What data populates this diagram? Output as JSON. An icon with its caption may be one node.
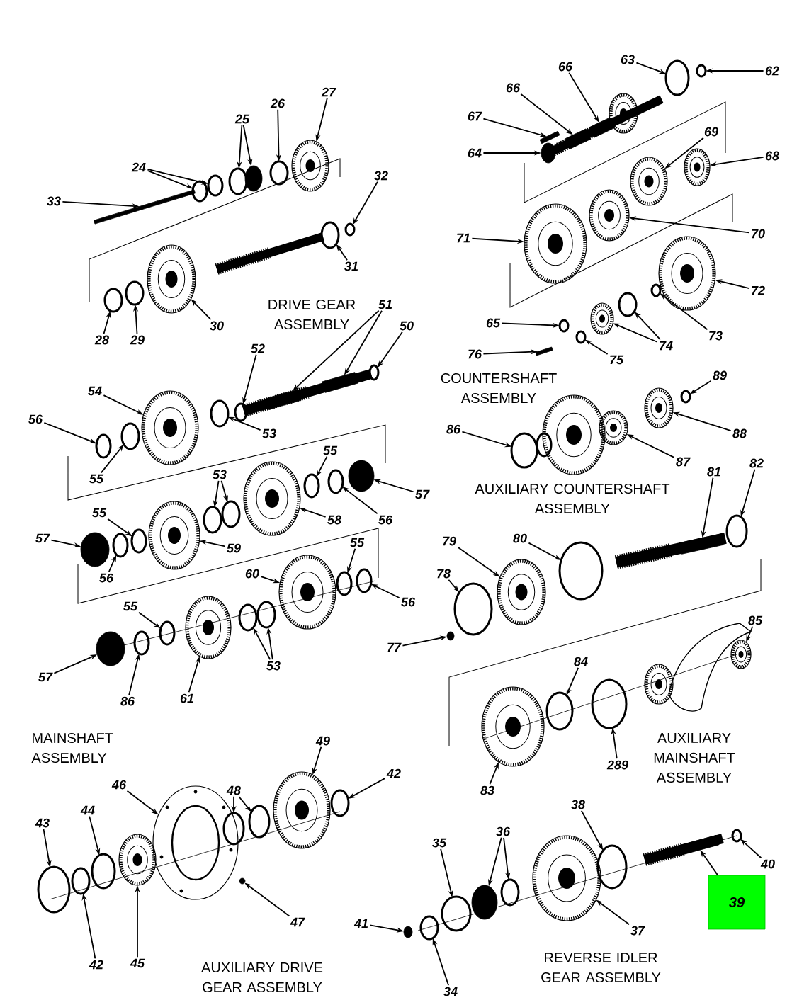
{
  "diagram": {
    "nodes": [
      {
        "text": [
          "62"
        ]
      },
      {
        "text": [
          "63"
        ]
      },
      {
        "text": [
          "66"
        ]
      },
      {
        "text": [
          "66"
        ]
      },
      {
        "text": [
          "27"
        ]
      },
      {
        "text": [
          "26"
        ]
      },
      {
        "text": [
          "67"
        ]
      },
      {
        "text": [
          "25"
        ]
      },
      {
        "text": [
          "69"
        ]
      },
      {
        "text": [
          "64"
        ]
      },
      {
        "text": [
          "68"
        ]
      },
      {
        "text": [
          "24"
        ]
      },
      {
        "text": [
          "32"
        ]
      },
      {
        "text": [
          "33"
        ]
      },
      {
        "text": [
          "70"
        ]
      },
      {
        "text": [
          "71"
        ]
      },
      {
        "text": [
          "31"
        ]
      },
      {
        "text": [
          "72"
        ]
      },
      {
        "text": [
          "51"
        ]
      },
      {
        "text": [
          "30"
        ]
      },
      {
        "text": [
          "50"
        ]
      },
      {
        "text": [
          "73"
        ]
      },
      {
        "text": [
          "28"
        ]
      },
      {
        "text": [
          "29"
        ]
      },
      {
        "text": [
          "65"
        ]
      },
      {
        "text": [
          "74"
        ]
      },
      {
        "text": [
          "52"
        ]
      },
      {
        "text": [
          "76"
        ]
      },
      {
        "text": [
          "75"
        ]
      },
      {
        "text": [
          "89"
        ]
      },
      {
        "text": [
          "54"
        ]
      },
      {
        "text": [
          "56"
        ]
      },
      {
        "text": [
          "86"
        ]
      },
      {
        "text": [
          "53"
        ]
      },
      {
        "text": [
          "88"
        ]
      },
      {
        "text": [
          "55"
        ]
      },
      {
        "text": [
          "87"
        ]
      },
      {
        "text": [
          "82"
        ]
      },
      {
        "text": [
          "81"
        ]
      },
      {
        "text": [
          "53"
        ]
      },
      {
        "text": [
          "55"
        ]
      },
      {
        "text": [
          "57"
        ]
      },
      {
        "text": [
          "55"
        ]
      },
      {
        "text": [
          "58"
        ]
      },
      {
        "text": [
          "56"
        ]
      },
      {
        "text": [
          "57"
        ]
      },
      {
        "text": [
          "59"
        ]
      },
      {
        "text": [
          "55"
        ]
      },
      {
        "text": [
          "60"
        ]
      },
      {
        "text": [
          "56"
        ]
      },
      {
        "text": [
          "79"
        ]
      },
      {
        "text": [
          "80"
        ]
      },
      {
        "text": [
          "78"
        ]
      },
      {
        "text": [
          "56"
        ]
      },
      {
        "text": [
          "55"
        ]
      },
      {
        "text": [
          "85"
        ]
      },
      {
        "text": [
          "77"
        ]
      },
      {
        "text": [
          "84"
        ]
      },
      {
        "text": [
          "53"
        ]
      },
      {
        "text": [
          "57"
        ]
      },
      {
        "text": [
          "86"
        ]
      },
      {
        "text": [
          "61"
        ]
      },
      {
        "text": [
          "49"
        ]
      },
      {
        "text": [
          "42"
        ]
      },
      {
        "text": [
          "46"
        ]
      },
      {
        "text": [
          "83"
        ]
      },
      {
        "text": [
          "289"
        ]
      },
      {
        "text": [
          "48"
        ]
      },
      {
        "text": [
          "38"
        ]
      },
      {
        "text": [
          "44"
        ]
      },
      {
        "text": [
          "43"
        ]
      },
      {
        "text": [
          "36"
        ]
      },
      {
        "text": [
          "35"
        ]
      },
      {
        "text": [
          "40"
        ]
      },
      {
        "text": [
          "39"
        ]
      },
      {
        "text": [
          "47"
        ]
      },
      {
        "text": [
          "41"
        ]
      },
      {
        "text": [
          "37"
        ]
      },
      {
        "text": [
          "42"
        ]
      },
      {
        "text": [
          "45"
        ]
      },
      {
        "text": [
          "34"
        ]
      },
      {
        "text": [],
        "shape": "ring"
      },
      {
        "text": [],
        "shape": "ring"
      },
      {
        "text": [],
        "shape": "shaft"
      },
      {
        "text": [],
        "shape": "shaft"
      },
      {
        "text": [],
        "shape": "gear"
      },
      {
        "text": [],
        "shape": "ring"
      },
      {
        "text": [],
        "shape": "pin"
      },
      {
        "text": [],
        "shape": "ring"
      },
      {
        "text": [],
        "shape": "disc"
      },
      {
        "text": [],
        "shape": "gear"
      },
      {
        "text": [],
        "shape": "disc"
      },
      {
        "text": [],
        "shape": "gear"
      },
      {
        "text": [],
        "shape": "ring"
      },
      {
        "text": [],
        "shape": "ring"
      },
      {
        "text": [],
        "shape": "ring"
      },
      {
        "text": [],
        "shape": "pin"
      },
      {
        "text": [],
        "shape": "gear"
      },
      {
        "text": [],
        "shape": "gear"
      },
      {
        "text": [],
        "shape": "ring"
      },
      {
        "text": [],
        "shape": "gear"
      },
      {
        "text": [],
        "shape": "shaft"
      },
      {
        "text": [],
        "shape": "shaft"
      },
      {
        "text": [],
        "shape": "gear"
      },
      {
        "text": [],
        "shape": "ring"
      },
      {
        "text": [],
        "shape": "ring"
      },
      {
        "text": [],
        "shape": "ring"
      },
      {
        "text": [],
        "shape": "ring"
      },
      {
        "text": [],
        "shape": "ring"
      },
      {
        "text": [],
        "shape": "gear"
      },
      {
        "text": [],
        "shape": "ring"
      },
      {
        "text": [],
        "shape": "ring"
      },
      {
        "text": [],
        "shape": "pin"
      },
      {
        "text": [],
        "shape": "ring"
      },
      {
        "text": [],
        "shape": "ring"
      },
      {
        "text": [],
        "shape": "gear"
      },
      {
        "text": [],
        "shape": "ring"
      },
      {
        "text": [],
        "shape": "ring"
      },
      {
        "text": [],
        "shape": "ring"
      },
      {
        "text": [],
        "shape": "gear"
      },
      {
        "text": [],
        "shape": "ring"
      },
      {
        "text": [],
        "shape": "gear"
      },
      {
        "text": [],
        "shape": "ring"
      },
      {
        "text": [],
        "shape": "shaft"
      },
      {
        "text": [],
        "shape": "ring"
      },
      {
        "text": [],
        "shape": "ring"
      },
      {
        "text": [],
        "shape": "ring"
      },
      {
        "text": [],
        "shape": "disc"
      },
      {
        "text": [],
        "shape": "ring"
      },
      {
        "text": [],
        "shape": "gear"
      },
      {
        "text": [],
        "shape": "ring"
      },
      {
        "text": [],
        "shape": "disc"
      },
      {
        "text": [],
        "shape": "gear"
      },
      {
        "text": [],
        "shape": "ring"
      },
      {
        "text": [],
        "shape": "gear"
      },
      {
        "text": [],
        "shape": "ring"
      },
      {
        "text": [],
        "shape": "gear"
      },
      {
        "text": [],
        "shape": "ring"
      },
      {
        "text": [],
        "shape": "ring"
      },
      {
        "text": [],
        "shape": "ring"
      },
      {
        "text": [],
        "shape": "ring"
      },
      {
        "text": [],
        "shape": "gear"
      },
      {
        "text": [],
        "shape": "disc"
      },
      {
        "text": [],
        "shape": "ring"
      },
      {
        "text": [],
        "shape": "ring"
      },
      {
        "text": [],
        "shape": "ring"
      },
      {
        "text": [],
        "shape": "disc"
      },
      {
        "text": [],
        "shape": "ring"
      },
      {
        "text": [],
        "shape": "gear"
      },
      {
        "text": [],
        "shape": "gear"
      },
      {
        "text": [],
        "shape": "ring"
      },
      {
        "text": [],
        "shape": "flange"
      },
      {
        "text": [],
        "shape": "gear"
      },
      {
        "text": [],
        "shape": "ring"
      },
      {
        "text": [],
        "shape": "ring"
      },
      {
        "text": [],
        "shape": "ring"
      },
      {
        "text": [],
        "shape": "ring"
      },
      {
        "text": [],
        "shape": "ring"
      },
      {
        "text": [],
        "shape": "ring"
      },
      {
        "text": [],
        "shape": "disc"
      },
      {
        "text": [],
        "shape": "ring"
      },
      {
        "text": [],
        "shape": "ring"
      },
      {
        "text": [],
        "shape": "ring"
      },
      {
        "text": [],
        "shape": "shaft"
      },
      {
        "text": [],
        "shape": "disc"
      },
      {
        "text": [],
        "shape": "disc"
      },
      {
        "text": [],
        "shape": "gear"
      },
      {
        "text": [],
        "shape": "ring"
      },
      {
        "text": [],
        "shape": "gear"
      },
      {
        "text": [],
        "shape": "ring"
      }
    ],
    "edges": [
      {
        "from": 0,
        "to": 81,
        "arrow": "to"
      },
      {
        "from": 1,
        "to": 82,
        "arrow": "to"
      },
      {
        "from": 2,
        "to": 83,
        "arrow": "to"
      },
      {
        "from": 3,
        "to": 84,
        "arrow": "to"
      },
      {
        "from": 4,
        "to": 85,
        "arrow": "to"
      },
      {
        "from": 5,
        "to": 86,
        "arrow": "to"
      },
      {
        "from": 6,
        "to": 87,
        "arrow": "to"
      },
      {
        "from": 7,
        "to": 88,
        "arrow": "to"
      },
      {
        "from": 7,
        "to": 89,
        "arrow": "to"
      },
      {
        "from": 8,
        "to": 90,
        "arrow": "to"
      },
      {
        "from": 9,
        "to": 91,
        "arrow": "to"
      },
      {
        "from": 10,
        "to": 92,
        "arrow": "to"
      },
      {
        "from": 11,
        "to": 93,
        "arrow": "to"
      },
      {
        "from": 11,
        "to": 94,
        "arrow": "to"
      },
      {
        "from": 12,
        "to": 95,
        "arrow": "to"
      },
      {
        "from": 13,
        "to": 96,
        "arrow": "to"
      },
      {
        "from": 14,
        "to": 97,
        "arrow": "to"
      },
      {
        "from": 15,
        "to": 98,
        "arrow": "to"
      },
      {
        "from": 16,
        "to": 99,
        "arrow": "to"
      },
      {
        "from": 17,
        "to": 100,
        "arrow": "to"
      },
      {
        "from": 18,
        "to": 101,
        "arrow": "to"
      },
      {
        "from": 18,
        "to": 102,
        "arrow": "to"
      },
      {
        "from": 19,
        "to": 103,
        "arrow": "to"
      },
      {
        "from": 20,
        "to": 104,
        "arrow": "to"
      },
      {
        "from": 21,
        "to": 105,
        "arrow": "to"
      },
      {
        "from": 22,
        "to": 106,
        "arrow": "to"
      },
      {
        "from": 23,
        "to": 107,
        "arrow": "to"
      },
      {
        "from": 24,
        "to": 108,
        "arrow": "to"
      },
      {
        "from": 25,
        "to": 109,
        "arrow": "to"
      },
      {
        "from": 25,
        "to": 110,
        "arrow": "to"
      },
      {
        "from": 26,
        "to": 111,
        "arrow": "to"
      },
      {
        "from": 27,
        "to": 112,
        "arrow": "to"
      },
      {
        "from": 28,
        "to": 113,
        "arrow": "to"
      },
      {
        "from": 29,
        "to": 114,
        "arrow": "to"
      },
      {
        "from": 30,
        "to": 115,
        "arrow": "to"
      },
      {
        "from": 31,
        "to": 116,
        "arrow": "to"
      },
      {
        "from": 32,
        "to": 117,
        "arrow": "to"
      },
      {
        "from": 33,
        "to": 118,
        "arrow": "to"
      },
      {
        "from": 34,
        "to": 119,
        "arrow": "to"
      },
      {
        "from": 35,
        "to": 120,
        "arrow": "to"
      },
      {
        "from": 36,
        "to": 121,
        "arrow": "to"
      },
      {
        "from": 37,
        "to": 122,
        "arrow": "to"
      },
      {
        "from": 38,
        "to": 123,
        "arrow": "to"
      },
      {
        "from": 39,
        "to": 124,
        "arrow": "to"
      },
      {
        "from": 39,
        "to": 125,
        "arrow": "to"
      },
      {
        "from": 40,
        "to": 126,
        "arrow": "to"
      },
      {
        "from": 41,
        "to": 127,
        "arrow": "to"
      },
      {
        "from": 42,
        "to": 128,
        "arrow": "to"
      },
      {
        "from": 43,
        "to": 129,
        "arrow": "to"
      },
      {
        "from": 44,
        "to": 130,
        "arrow": "to"
      },
      {
        "from": 45,
        "to": 131,
        "arrow": "to"
      },
      {
        "from": 46,
        "to": 132,
        "arrow": "to"
      },
      {
        "from": 47,
        "to": 133,
        "arrow": "to"
      },
      {
        "from": 48,
        "to": 134,
        "arrow": "to"
      },
      {
        "from": 49,
        "to": 135,
        "arrow": "to"
      },
      {
        "from": 50,
        "to": 136,
        "arrow": "to"
      },
      {
        "from": 51,
        "to": 137,
        "arrow": "to"
      },
      {
        "from": 52,
        "to": 138,
        "arrow": "to"
      },
      {
        "from": 53,
        "to": 139,
        "arrow": "to"
      },
      {
        "from": 54,
        "to": 140,
        "arrow": "to"
      },
      {
        "from": 55,
        "to": 141,
        "arrow": "to"
      },
      {
        "from": 56,
        "to": 142,
        "arrow": "to"
      },
      {
        "from": 57,
        "to": 143,
        "arrow": "to"
      },
      {
        "from": 58,
        "to": 144,
        "arrow": "to"
      },
      {
        "from": 58,
        "to": 145,
        "arrow": "to"
      },
      {
        "from": 59,
        "to": 146,
        "arrow": "to"
      },
      {
        "from": 60,
        "to": 147,
        "arrow": "to"
      },
      {
        "from": 61,
        "to": 148,
        "arrow": "to"
      },
      {
        "from": 62,
        "to": 149,
        "arrow": "to"
      },
      {
        "from": 63,
        "to": 150,
        "arrow": "to"
      },
      {
        "from": 64,
        "to": 151,
        "arrow": "to"
      },
      {
        "from": 65,
        "to": 152,
        "arrow": "to"
      },
      {
        "from": 66,
        "to": 153,
        "arrow": "to"
      },
      {
        "from": 67,
        "to": 154,
        "arrow": "to"
      },
      {
        "from": 67,
        "to": 155,
        "arrow": "to"
      },
      {
        "from": 68,
        "to": 156,
        "arrow": "to"
      },
      {
        "from": 69,
        "to": 157,
        "arrow": "to"
      },
      {
        "from": 70,
        "to": 158,
        "arrow": "to"
      },
      {
        "from": 71,
        "to": 159,
        "arrow": "to"
      },
      {
        "from": 71,
        "to": 160,
        "arrow": "to"
      },
      {
        "from": 72,
        "to": 161,
        "arrow": "to"
      },
      {
        "from": 73,
        "to": 162,
        "arrow": "to"
      },
      {
        "from": 74,
        "to": 163,
        "arrow": "to"
      },
      {
        "from": 75,
        "to": 164,
        "arrow": "to"
      },
      {
        "from": 76,
        "to": 165,
        "arrow": "to"
      },
      {
        "from": 77,
        "to": 166,
        "arrow": "to"
      },
      {
        "from": 78,
        "to": 167,
        "arrow": "to"
      },
      {
        "from": 79,
        "to": 168,
        "arrow": "to"
      },
      {
        "from": 80,
        "to": 169,
        "arrow": "to"
      }
    ],
    "labels": [
      "DRIVE GEAR ASSEMBLY",
      "COUNTERSHAFT ASSEMBLY",
      "AUXILIARY COUNTERSHAFT ASSEMBLY",
      "MAINSHAFT ASSEMBLY",
      "AUXILIARY MAINSHAFT ASSEMBLY",
      "REVERSE IDLER GEAR ASSEMBLY",
      "AUXILIARY DRIVE GEAR ASSEMBLY"
    ]
  }
}
